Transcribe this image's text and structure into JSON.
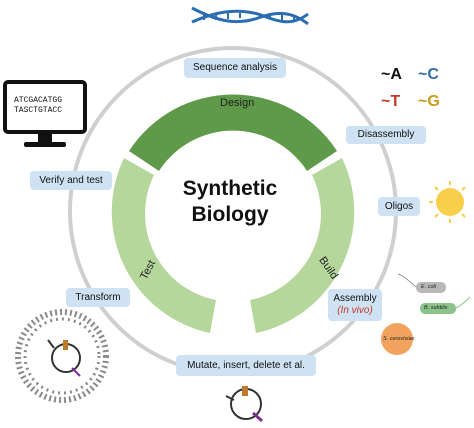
{
  "center": {
    "line1": "Synthetic",
    "line2": "Biology"
  },
  "arcs": {
    "design": "Design",
    "build": "Build",
    "test": "Test"
  },
  "steps": {
    "sequence_analysis": "Sequence analysis",
    "disassembly": "Disassembly",
    "oligos": "Oligos",
    "assembly": "Assembly",
    "assembly_note": "(In vivo)",
    "mutate": "Mutate, insert, delete et al.",
    "transform": "Transform",
    "verify": "Verify and test"
  },
  "nucleotides": {
    "a": "~A",
    "c": "~C",
    "t": "~T",
    "g": "~G"
  },
  "monitor": {
    "line1": "ATCGACATGG",
    "line2": "TASCTGTACC"
  },
  "organisms": {
    "ecoli": "E. coli",
    "bsubtilis": "B. subtilis",
    "scerevisiae": "S. cerevisiae"
  },
  "colors": {
    "arc_green": "#5e9a4a",
    "arc_light": "#b6d79c",
    "box_fill": "#cfe2f3",
    "ring": "#cfcfcf",
    "base_a": "#111111",
    "base_c": "#2f6fb0",
    "base_t": "#c0392b",
    "base_g": "#c99a1e",
    "sun": "#f7cf4a",
    "yeast": "#f2a45f",
    "ecoli_tag": "#b8b8b8",
    "bsub_tag": "#8cc38a"
  },
  "icons": [
    "dna-double-helix-icon",
    "computer-monitor-icon",
    "sun-icon",
    "cell-with-plasmid-icon",
    "plasmid-icon",
    "bacteria-icon",
    "yeast-cell-icon"
  ]
}
